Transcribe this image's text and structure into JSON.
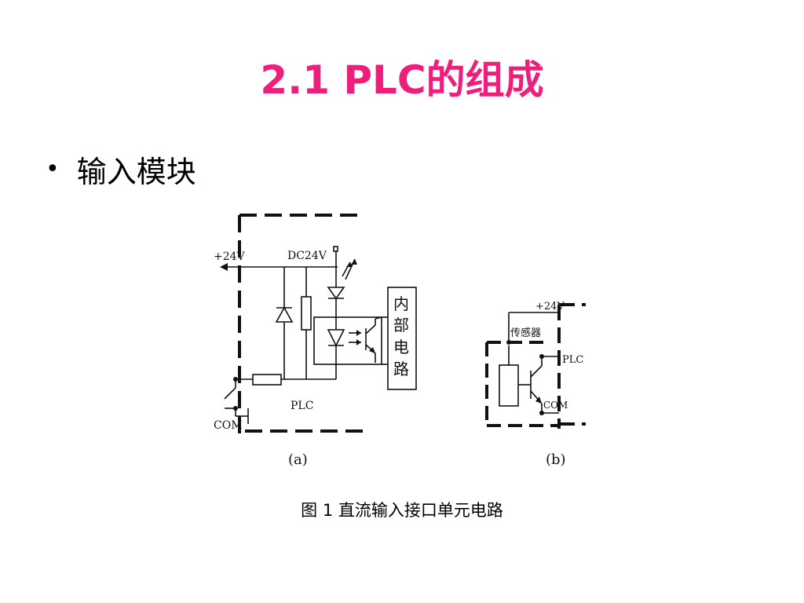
{
  "slide": {
    "title": "2.1  PLC的组成",
    "bullet": "输入模块",
    "caption": "图 1 直流输入接口单元电路"
  },
  "diagram": {
    "a": {
      "label_24v": "+24V",
      "label_dc": "DC24V",
      "internal_circuit": [
        "内",
        "部",
        "电",
        "路"
      ],
      "label_plc": "PLC",
      "label_com": "COM",
      "sub_label": "(a)"
    },
    "b": {
      "label_24v": "+24V",
      "label_sensor": "传感器",
      "label_plc": "PLC",
      "label_com": "COM",
      "sub_label": "(b)"
    }
  }
}
